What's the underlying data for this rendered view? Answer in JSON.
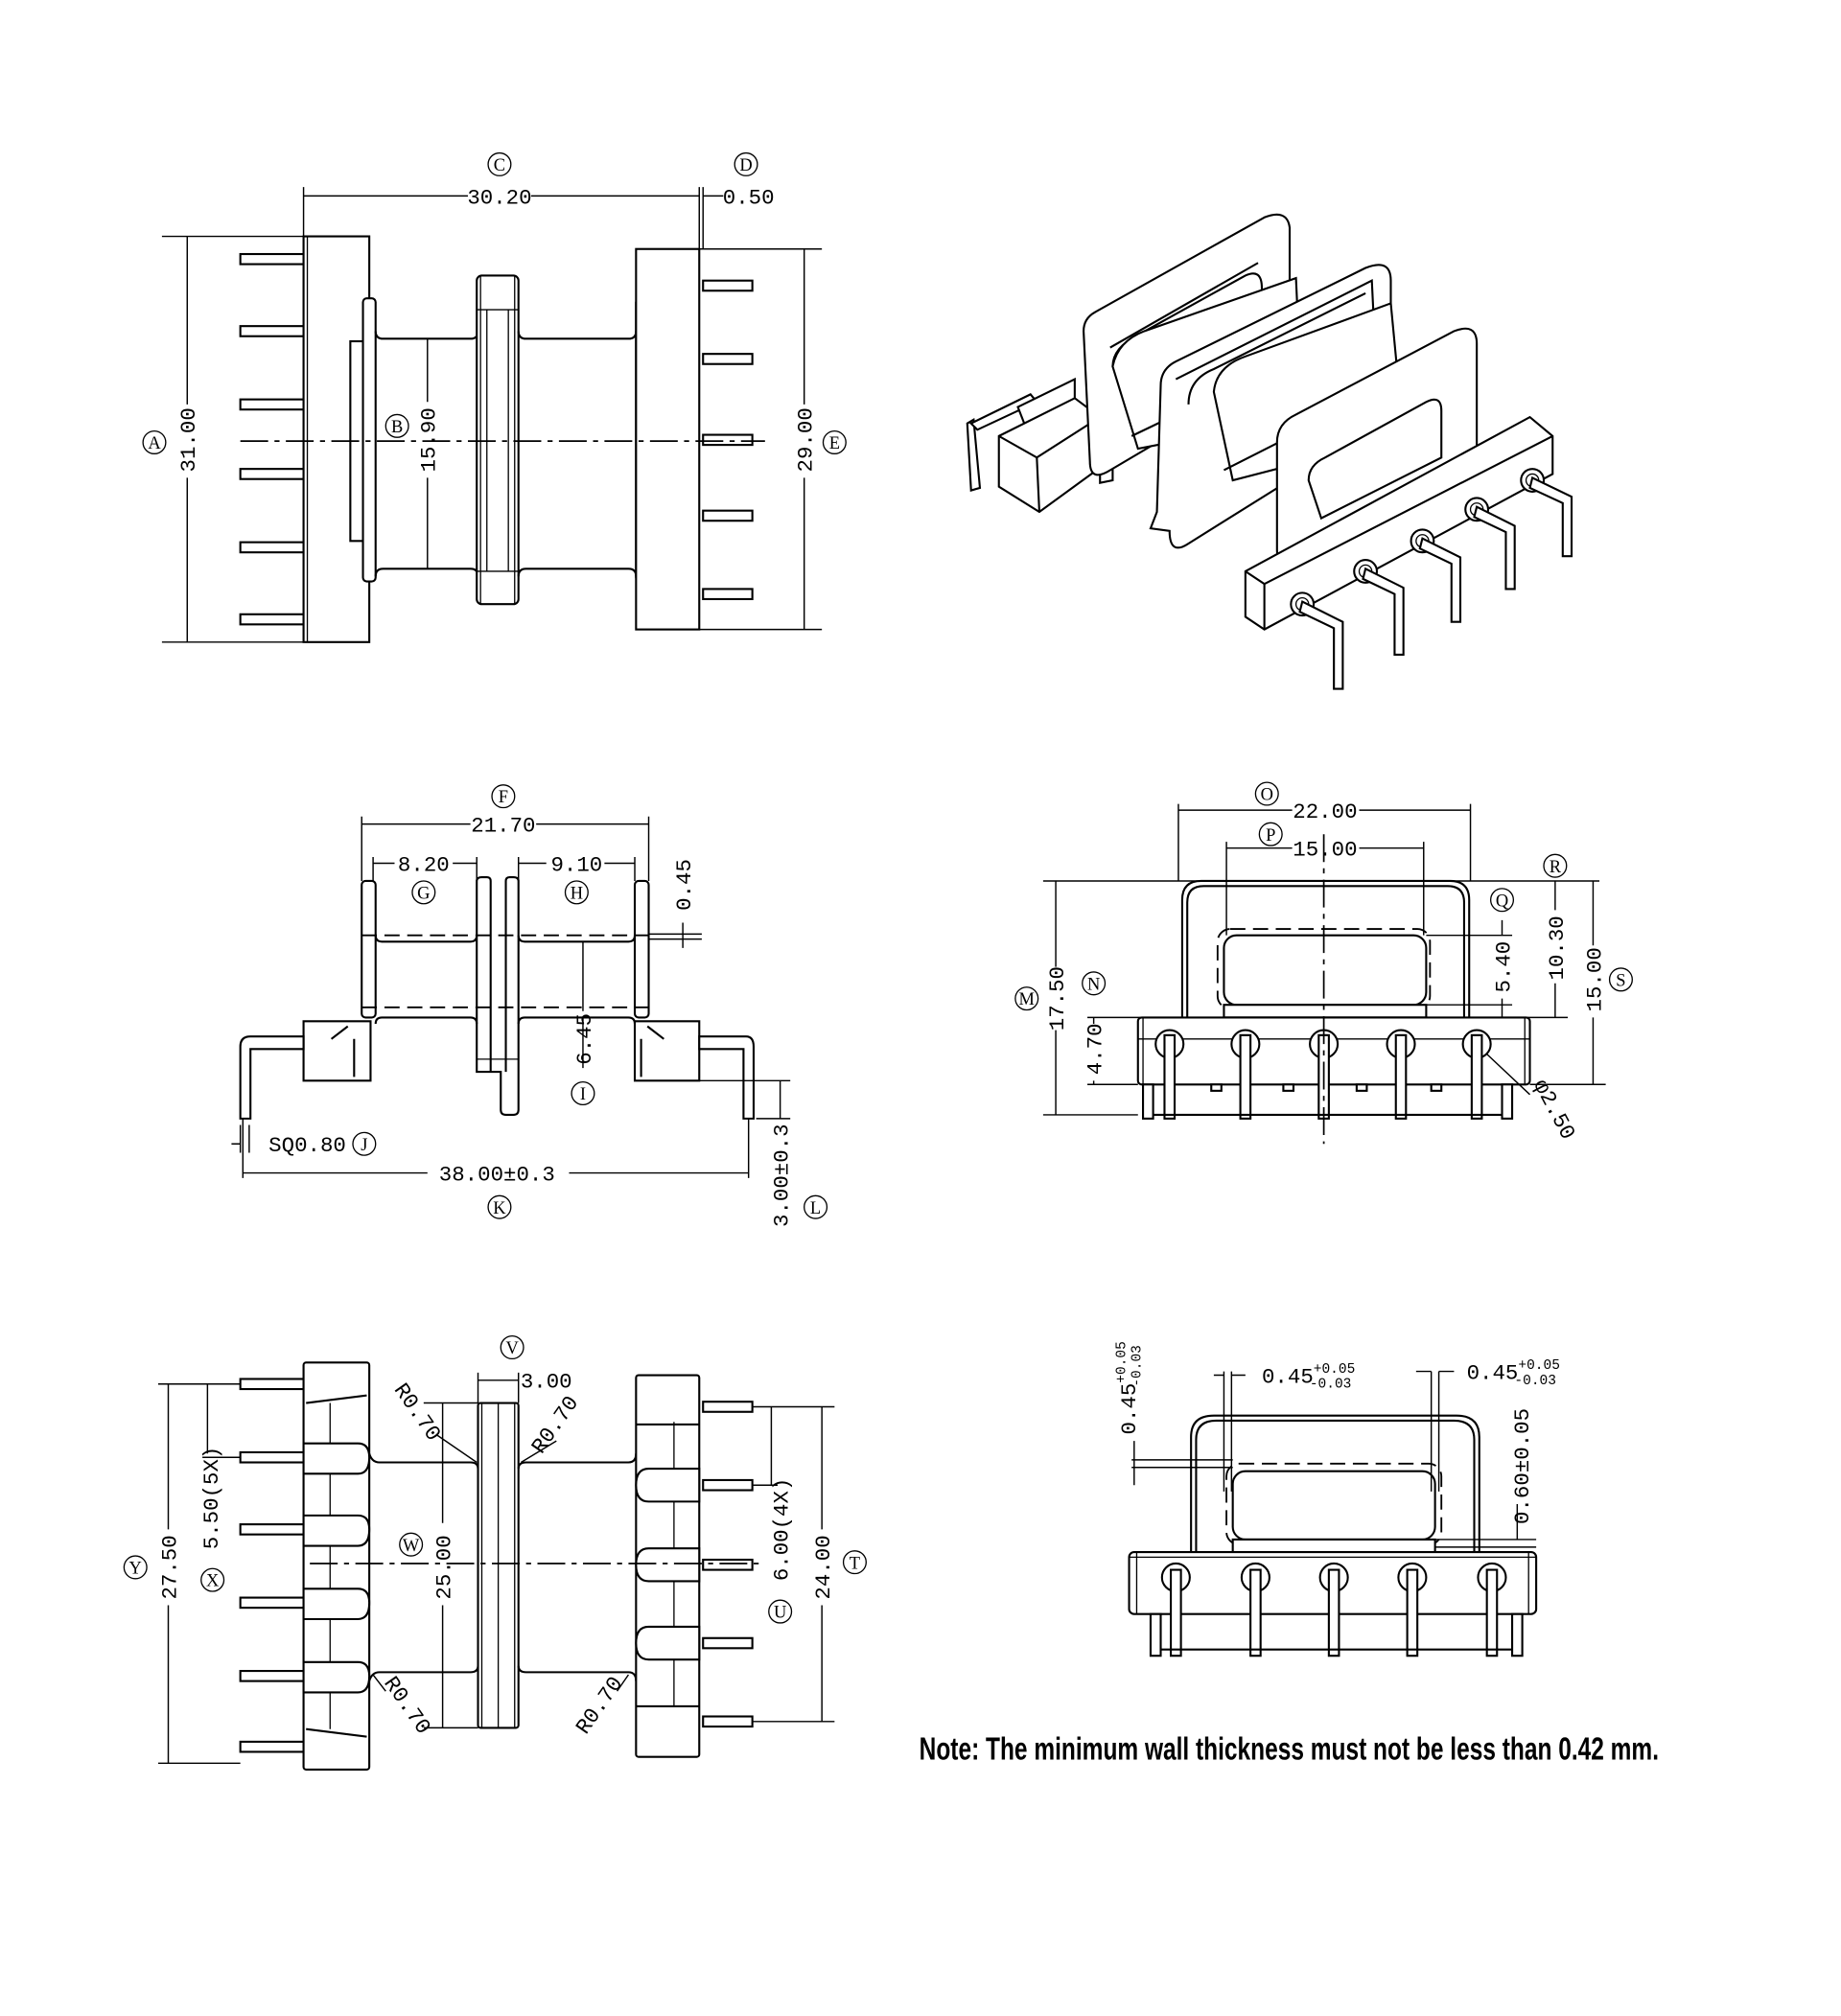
{
  "note": "Note: The minimum wall thickness must not be less than 0.42 mm.",
  "views": {
    "top": {
      "A": {
        "letter": "A",
        "value": "31.00"
      },
      "B": {
        "letter": "B",
        "value": "15.90"
      },
      "C": {
        "letter": "C",
        "value": "30.20"
      },
      "D": {
        "letter": "D",
        "value": "0.50"
      },
      "E": {
        "letter": "E",
        "value": "29.00"
      }
    },
    "side": {
      "F": {
        "letter": "F",
        "value": "21.70"
      },
      "G": {
        "letter": "G",
        "value": "8.20"
      },
      "H": {
        "letter": "H",
        "value": "9.10"
      },
      "wall": {
        "value": "0.45"
      },
      "I": {
        "letter": "I",
        "value": "6.45"
      },
      "J": {
        "letter": "J",
        "value": "SQ0.80"
      },
      "K": {
        "letter": "K",
        "value": "38.00±0.3"
      },
      "L": {
        "letter": "L",
        "value": "3.00±0.3"
      }
    },
    "front": {
      "O": {
        "letter": "O",
        "value": "22.00"
      },
      "P": {
        "letter": "P",
        "value": "15.00"
      },
      "Q": {
        "letter": "Q",
        "value": "5.40"
      },
      "R": {
        "letter": "R",
        "value": "10.30"
      },
      "S": {
        "letter": "S",
        "value": "15.00"
      },
      "M": {
        "letter": "M",
        "value": "17.50"
      },
      "N": {
        "letter": "N",
        "value": "4.70"
      },
      "phi": {
        "value": "φ2.50"
      }
    },
    "bottom": {
      "V": {
        "letter": "V",
        "value": "3.00"
      },
      "W": {
        "letter": "W",
        "value": "25.00"
      },
      "X": {
        "letter": "X",
        "value": "5.50(5X)"
      },
      "Y": {
        "letter": "Y",
        "value": "27.50"
      },
      "T": {
        "letter": "T",
        "value": "24.00"
      },
      "U": {
        "letter": "U",
        "value": "6.00(4X)"
      },
      "r1": {
        "value": "R0.70"
      },
      "r2": {
        "value": "R0.70"
      },
      "r3": {
        "value": "R0.70"
      },
      "r4": {
        "value": "R0.70"
      }
    },
    "detail": {
      "t1": {
        "value": "0.45",
        "upper": "+0.05",
        "lower": "-0.03"
      },
      "t2": {
        "value": "0.45",
        "upper": "+0.05",
        "lower": "-0.03"
      },
      "t3": {
        "value": "0.45",
        "upper": "+0.05",
        "lower": "-0.03"
      },
      "t4": {
        "value": "0.60±0.05"
      }
    }
  }
}
